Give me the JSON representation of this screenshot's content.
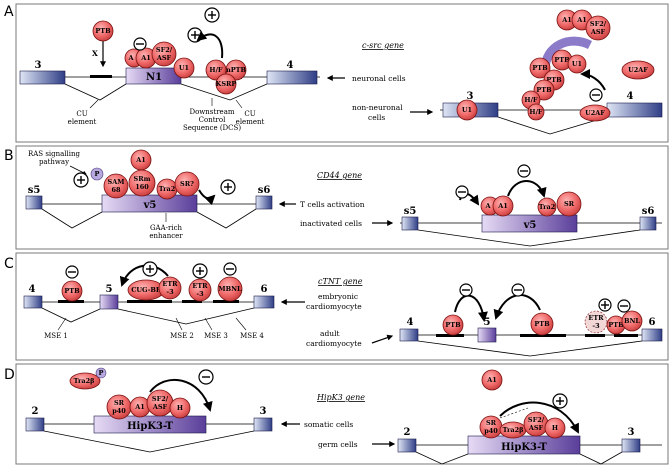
{
  "colors": {
    "protein_fill": "#ef6a6a",
    "exon_blue_light": "#d3dcef",
    "exon_blue_dark": "#2f3e86",
    "exon_purple_light": "#d9c9ef",
    "exon_purple_dark": "#5a3e9a",
    "phospho_fill": "#b8a8e0"
  },
  "panels": {
    "A": {
      "letter": "A",
      "gene": "c-src gene",
      "neuronal": "neuronal cells",
      "non_neuronal_1": "non-neuronal",
      "non_neuronal_2": "cells",
      "exon_left": "3",
      "exon_mid": "N1",
      "exon_right": "4",
      "exon_left2": "3",
      "exon_right2": "4",
      "cu_left_1": "CU",
      "cu_left_2": "element",
      "cu_right_1": "CU",
      "cu_right_2": "element",
      "dcs_1": "Downstream",
      "dcs_2": "Control",
      "dcs_3": "Sequence (DCS)",
      "x_mark": "X",
      "proteins": {
        "ptb_top": "PTB",
        "a": "A",
        "a1": "A1",
        "sf2_1": "SF2/",
        "sf2_2": "ASF",
        "u1": "U1",
        "hf": "H/F",
        "nptb": "nPTB",
        "ksrp": "KSRP",
        "r_a1": "A1",
        "r_a1b": "A1",
        "r_sf2_1": "SF2/",
        "r_sf2_2": "ASF",
        "r_ptb1": "PTB",
        "r_ptb2": "PTB",
        "r_ptb3": "PTB",
        "r_ptb4": "PTB",
        "r_hf": "H/F",
        "r_u1a": "U1",
        "r_u1b": "U1",
        "r_u2af": "U2AF",
        "r_u2af2": "U2AF",
        "r_hf2": "H/F"
      }
    },
    "B": {
      "letter": "B",
      "gene": "CD44 gene",
      "ras_1": "RAS signalling",
      "ras_2": "pathway",
      "t_cells": "T cells activation",
      "inactivated": "inactivated cells",
      "gaa_1": "GAA-rich",
      "gaa_2": "enhancer",
      "exon_left": "s5",
      "exon_mid": "v5",
      "exon_right": "s6",
      "exon_left2": "s5",
      "exon_mid2": "v5",
      "exon_right2": "s6",
      "proteins": {
        "a1": "A1",
        "p": "P",
        "sam1": "SAM",
        "sam2": "68",
        "srm1": "SRm",
        "srm2": "160",
        "tra": "Tra2",
        "srq": "SR?",
        "r_a": "A",
        "r_a1": "A1",
        "r_tra": "Tra2",
        "r_sr": "SR"
      }
    },
    "C": {
      "letter": "C",
      "gene": "cTNT gene",
      "embryonic_1": "embryonic",
      "embryonic_2": "cardiomyocyte",
      "adult_1": "adult",
      "adult_2": "cardiomyocyte",
      "exon_4": "4",
      "exon_5": "5",
      "exon_6": "6",
      "exon_4b": "4",
      "exon_5b": "5",
      "exon_6b": "6",
      "mse1": "MSE 1",
      "mse2": "MSE 2",
      "mse3": "MSE 3",
      "mse4": "MSE 4",
      "proteins": {
        "ptb": "PTB",
        "cugbp": "CUG-BP",
        "etr1_1": "ETR",
        "etr1_2": "-3",
        "etr2_1": "ETR",
        "etr2_2": "-3",
        "mbnl": "MBNL",
        "r_ptb1": "PTB",
        "r_ptb2": "PTB",
        "r_etr1": "ETR",
        "r_etr2": "-3",
        "r_ptb3": "PTB",
        "r_bnl": "BNL"
      }
    },
    "D": {
      "letter": "D",
      "gene": "HipK3 gene",
      "somatic": "somatic cells",
      "germ": "germ cells",
      "exon_2": "2",
      "exon_t": "HipK3-T",
      "exon_3": "3",
      "exon_2b": "2",
      "exon_tb": "HipK3-T",
      "exon_3b": "3",
      "proteins": {
        "tra": "Tra2β",
        "p": "P",
        "srp40_1": "SR",
        "srp40_2": "p40",
        "a1": "A1",
        "sf2_1": "SF2/",
        "sf2_2": "ASF",
        "h": "H",
        "r_a1": "A1",
        "r_sr1": "SR",
        "r_sr2": "p40",
        "r_tra": "Tra2β",
        "r_sf2_1": "SF2/",
        "r_sf2_2": "ASF",
        "r_h": "H"
      }
    }
  }
}
